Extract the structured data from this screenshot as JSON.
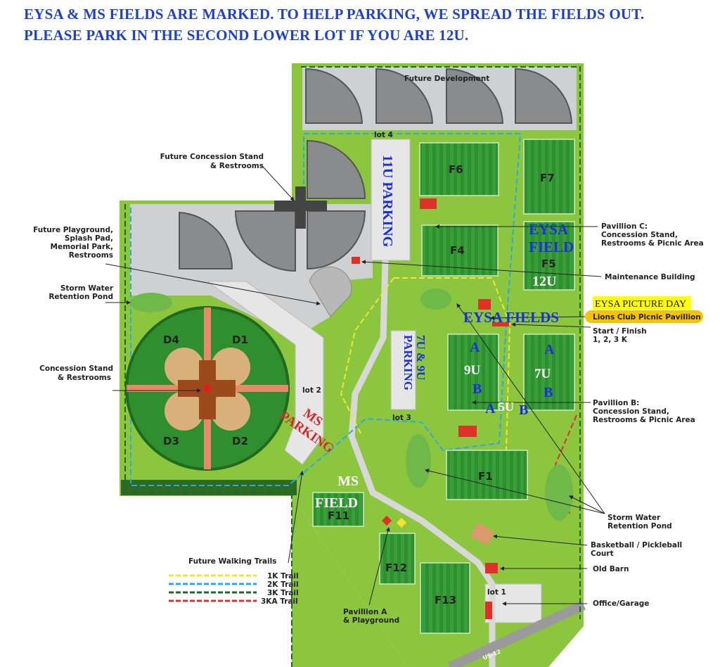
{
  "header": {
    "line1": "EYSA & MS FIELDS ARE MARKED.  TO HELP PARKING, WE SPREAD THE FIELDS OUT.",
    "line2": "PLEASE PARK IN THE SECOND LOWER LOT IF YOU ARE 12U."
  },
  "colors": {
    "grass": "#8cc63f",
    "field": "#2f8f2f",
    "gray": "#cfd0d2",
    "overlay_blue": "#1a2fe0",
    "highlight_yellow": "#ffff00",
    "pill_orange": "#f5c400"
  },
  "fields": {
    "f1": "F1",
    "f4": "F4",
    "f5": "F5",
    "f6": "F6",
    "f7": "F7",
    "f11": "F11",
    "f12": "F12",
    "f13": "F13",
    "d1": "D1",
    "d2": "D2",
    "d3": "D3",
    "d4": "D4"
  },
  "map_text": {
    "future_development": "Future Development",
    "lot1": "lot 1",
    "lot2": "lot 2",
    "lot3": "lot 3",
    "lot4": "lot 4",
    "road": "US-12"
  },
  "callouts": {
    "future_concession": [
      "Future Concession Stand",
      "& Restrooms"
    ],
    "future_playground": [
      "Future Playground,",
      "Splash Pad,",
      "Memorial Park,",
      "Restrooms"
    ],
    "storm_pond_left": [
      "Storm Water",
      "Retention Pond"
    ],
    "concession": [
      "Concession Stand",
      "& Restrooms"
    ],
    "pavillion_c": [
      "Pavillion C:",
      "Concession Stand,",
      "Restrooms & Picnic Area"
    ],
    "maintenance": "Maintenance Building",
    "picture_day": "EYSA PICTURE DAY",
    "lions_club": "Lions Club Picnic Pavillion",
    "start_finish": [
      "Start / Finish",
      "1, 2, 3 K"
    ],
    "pavillion_b": [
      "Pavillion B:",
      "Concession Stand,",
      "Restrooms & Picnic Area"
    ],
    "storm_pond_right": [
      "Storm Water",
      "Retention Pond"
    ],
    "basketball": [
      "Basketball / Pickleball",
      "Court"
    ],
    "old_barn": "Old Barn",
    "office": "Office/Garage",
    "pavillion_a": [
      "Pavillion A",
      "& Playground"
    ]
  },
  "legend": {
    "title": "Future Walking Trails",
    "items": [
      {
        "label": "1K Trail",
        "color": "#f2e531"
      },
      {
        "label": "2K Trail",
        "color": "#29aae1"
      },
      {
        "label": "3K Trail",
        "color": "#1a6b2a"
      },
      {
        "label": "3KA Trail",
        "color": "#e0302a"
      }
    ]
  },
  "annotations": {
    "parking_11u": "11U PARKING",
    "eysa_field": [
      "EYSA",
      "FIELD"
    ],
    "u12": "12U",
    "eysa_fields": "EYSA FIELDS",
    "parking_7u9u": [
      "7U & 9U",
      "PARKING"
    ],
    "u9": {
      "a": "A",
      "label": "9U",
      "b": "B"
    },
    "u7": {
      "a": "A",
      "label": "7U",
      "b": "B"
    },
    "u5": {
      "a": "A",
      "label": "5U",
      "b": "B"
    },
    "ms_parking": [
      "MS",
      "PARKING"
    ],
    "ms_field": [
      "MS",
      "FIELD"
    ]
  }
}
